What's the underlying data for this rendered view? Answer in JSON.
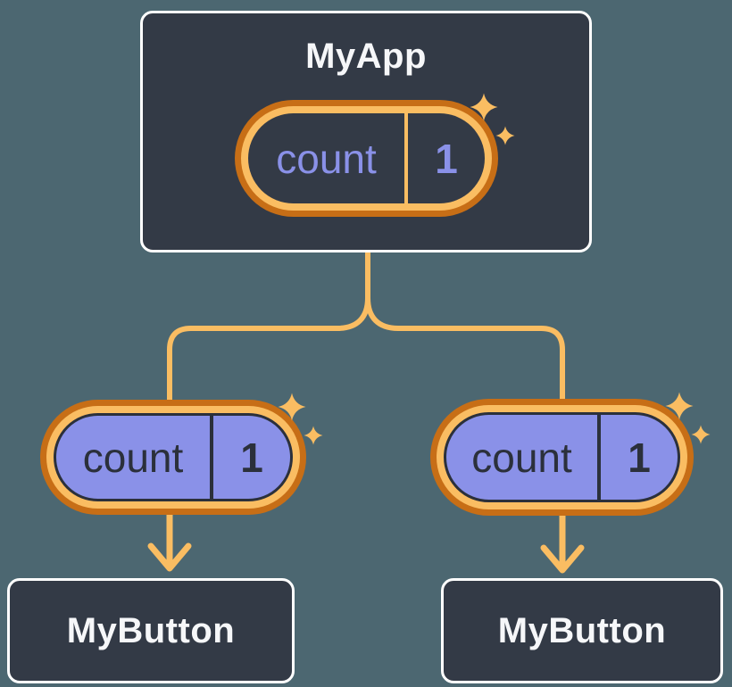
{
  "colors": {
    "pagebg": "#4C6771",
    "cardbg": "#333A46",
    "cardborder": "#FFFFFF",
    "orangedark": "#C76E16",
    "orangelight": "#FABD62",
    "purple": "#8A91E8",
    "darktext": "#2B303B",
    "lighttext": "#F6F7F9"
  },
  "diagram": {
    "root": {
      "title": "MyApp",
      "pill": {
        "label": "count",
        "value": "1"
      }
    },
    "children": [
      {
        "title": "MyButton",
        "pill": {
          "label": "count",
          "value": "1"
        }
      },
      {
        "title": "MyButton",
        "pill": {
          "label": "count",
          "value": "1"
        }
      }
    ]
  }
}
